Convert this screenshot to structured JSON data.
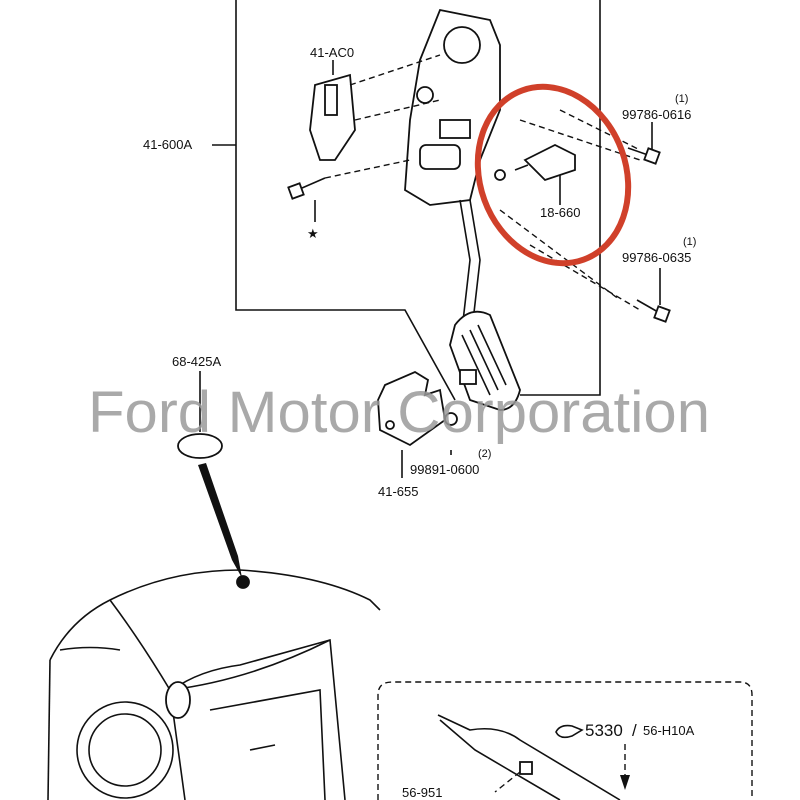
{
  "diagram": {
    "labels": {
      "connector": "41-AC0",
      "pedal_assembly": "41-600A",
      "bolt_upper": "99786-0616",
      "bolt_upper_qty": "(1)",
      "switch": "18-660",
      "bolt_lower": "99786-0635",
      "bolt_lower_qty": "(1)",
      "pad": "68-425A",
      "bracket": "41-655",
      "nut": "99891-0600",
      "nut_qty": "(2)",
      "torque_ref": "5330",
      "torque_part": "56-H10A",
      "lower_left_part": "56-951",
      "star": "★"
    },
    "highlight": {
      "target": "18-660",
      "color": "#d0402a"
    },
    "watermark": "Ford Motor Corporation"
  }
}
